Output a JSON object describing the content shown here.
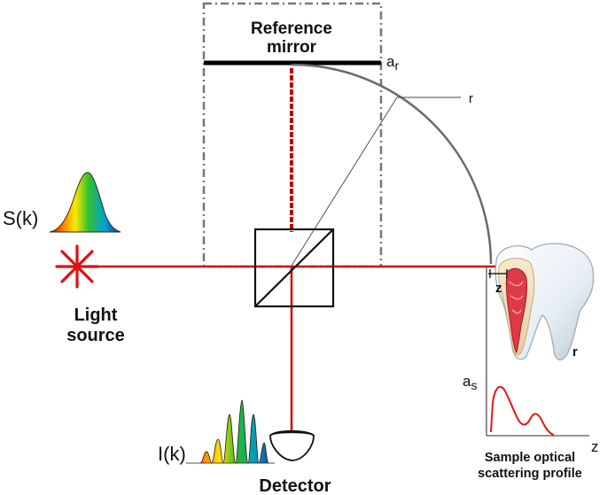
{
  "labels": {
    "reference_mirror_line1": "Reference",
    "reference_mirror_line2": "mirror",
    "a_r_base": "a",
    "a_r_sub": "r",
    "r_top": "r",
    "r_tooth": "r",
    "s_k": "S(k)",
    "light_line1": "Light",
    "light_line2": "source",
    "z_tooth": "z",
    "a_s_base": "a",
    "a_s_sub": "s",
    "z_axis": "z",
    "profile_line1": "Sample optical",
    "profile_line2": "scattering profile",
    "i_k": "I(k)",
    "detector": "Detector"
  },
  "colors": {
    "beam": "#cc1111",
    "reference_beam": "#bb0000",
    "dashed_box": "#777777",
    "arc": "#6a6a6a",
    "mirror": "#000000",
    "profile_curve": "#e01818"
  },
  "icons": {
    "light_source": "asterisk-star-icon",
    "beam_splitter": "square-diagonal-icon",
    "detector": "dome-detector-icon",
    "sample": "tooth-icon"
  }
}
